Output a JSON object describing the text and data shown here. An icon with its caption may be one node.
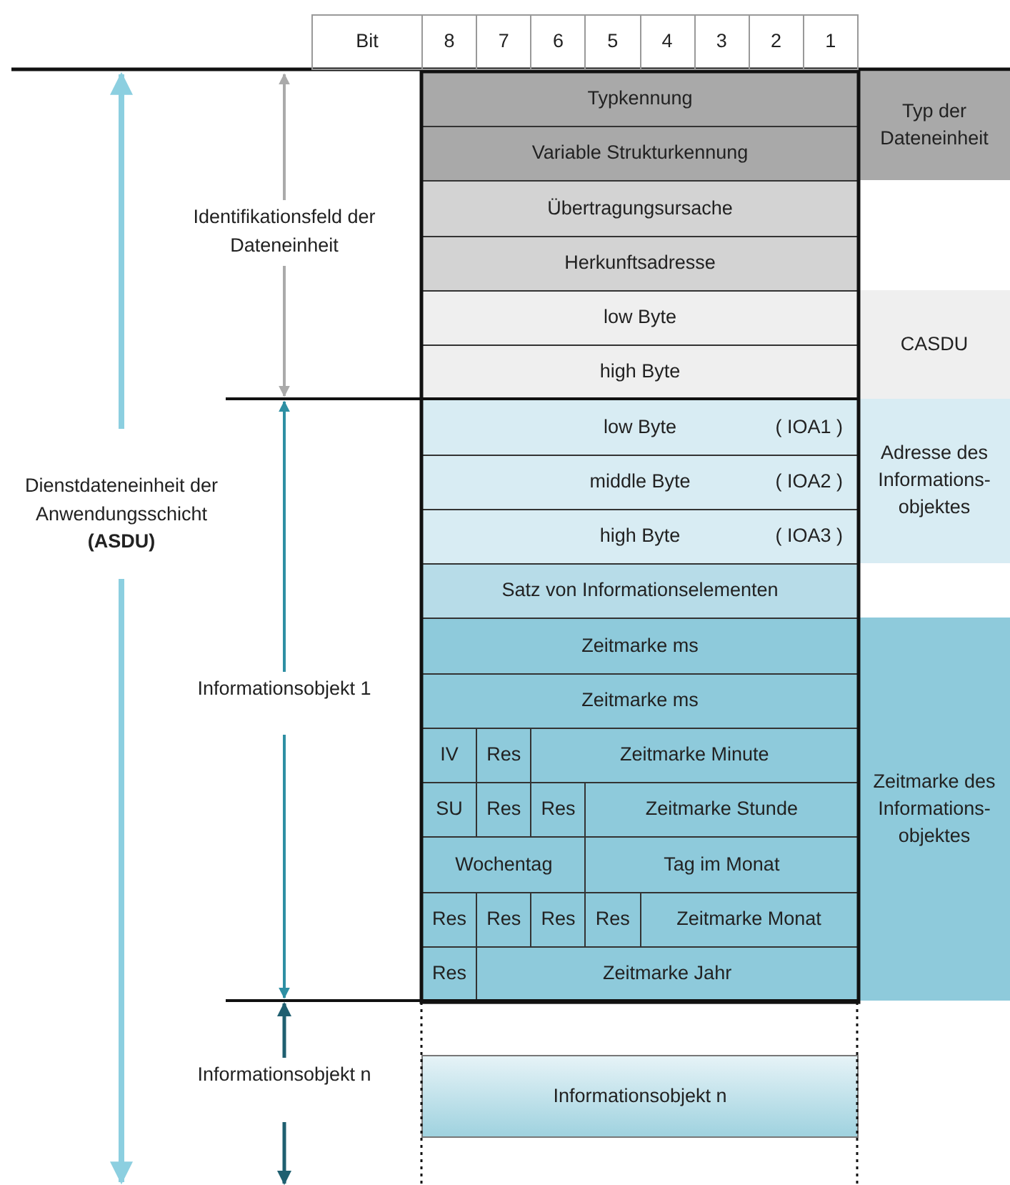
{
  "diagram": {
    "nodes": [
      {
        "text": [
          "Typkennung"
        ]
      },
      {
        "text": [
          "Variable Strukturkennung"
        ]
      },
      {
        "text": [
          "Übertragungsursache"
        ]
      },
      {
        "text": [
          "Herkunftsadresse"
        ]
      },
      {
        "text": [
          "low Byte"
        ]
      },
      {
        "text": [
          "high Byte"
        ]
      },
      {
        "text": [
          "low Byte",
          "( IOA1 )"
        ]
      },
      {
        "text": [
          "middle Byte",
          "( IOA2 )"
        ]
      },
      {
        "text": [
          "high Byte",
          "( IOA3 )"
        ]
      },
      {
        "text": [
          "Satz von Informationselementen"
        ]
      },
      {
        "text": [
          "Zeitmarke ms"
        ]
      },
      {
        "text": [
          "Zeitmarke ms"
        ]
      },
      {
        "text": [
          "IV"
        ]
      },
      {
        "text": [
          "Res"
        ]
      },
      {
        "text": [
          "Zeitmarke Minute"
        ]
      },
      {
        "text": [
          "SU"
        ]
      },
      {
        "text": [
          "Res"
        ]
      },
      {
        "text": [
          "Res"
        ]
      },
      {
        "text": [
          "Zeitmarke Stunde"
        ]
      },
      {
        "text": [
          "Wochentag"
        ]
      },
      {
        "text": [
          "Tag im Monat"
        ]
      },
      {
        "text": [
          "Res"
        ]
      },
      {
        "text": [
          "Res"
        ]
      },
      {
        "text": [
          "Res"
        ]
      },
      {
        "text": [
          "Res"
        ]
      },
      {
        "text": [
          "Zeitmarke Monat"
        ]
      },
      {
        "text": [
          "Res"
        ]
      },
      {
        "text": [
          "Zeitmarke Jahr"
        ]
      },
      {
        "text": [
          "Informationsobjekt n"
        ]
      },
      {
        "text": [
          "Typ der Dateneinheit"
        ]
      },
      {
        "text": [
          "CASDU"
        ]
      },
      {
        "text": [
          "Adresse des Informations- objektes"
        ]
      },
      {
        "text": [
          "Zeitmarke des Informations- objektes"
        ]
      }
    ],
    "labels": [
      "Bit",
      "8",
      "7",
      "6",
      "5",
      "4",
      "3",
      "2",
      "1",
      "Identifikationsfeld der Dateneinheit",
      "Dienstdateneinheit der Anwendungsschicht **(ASDU)**",
      "Informationsobjekt 1",
      "Informationsobjekt n"
    ]
  }
}
